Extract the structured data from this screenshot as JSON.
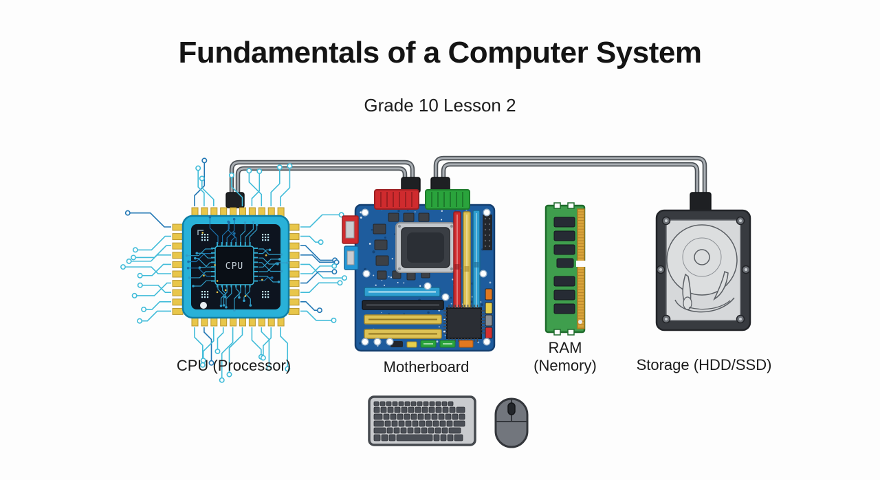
{
  "title": "Fundamentals of a Computer System",
  "subtitle": "Grade 10 Lesson 2",
  "components": {
    "cpu": {
      "label": "CPU (Processor)",
      "chip_text": "CPU",
      "icon": "cpu-chip-illustration"
    },
    "motherboard": {
      "label": "Motherboard",
      "icon": "motherboard-illustration"
    },
    "ram": {
      "label_line1": "RAM",
      "label_line2": "(Nemory)",
      "icon": "ram-stick-illustration"
    },
    "storage": {
      "label": "Storage (HDD/SSD)",
      "icon": "hard-drive-illustration"
    },
    "keyboard": {
      "icon": "keyboard-illustration"
    },
    "mouse": {
      "icon": "mouse-illustration"
    }
  },
  "connections": [
    {
      "from": "cpu",
      "to": "motherboard",
      "style": "two-wire-cable"
    },
    {
      "from": "motherboard",
      "to": "storage",
      "style": "two-wire-cable"
    }
  ],
  "colors": {
    "background": "#fdfdfd",
    "text": "#141414",
    "accent_cyan": "#29b1d8",
    "trace_cyan": "#41bcd9",
    "trace_blue": "#2277b4",
    "pin_gold": "#e8c64a",
    "chip_dark": "#0d141f",
    "board_blue": "#1e5c9d",
    "board_edge": "#143f70",
    "slot_red": "#cf2b2e",
    "slot_yellow": "#ddc255",
    "slot_blue": "#2e9fd0",
    "connector_green": "#2aa33c",
    "connector_orange": "#e07820",
    "ram_green": "#3f9e4d",
    "ram_edge_gold": "#d9a43a",
    "hdd_frame": "#383b40",
    "hdd_plate": "#d6d8da",
    "cable_light": "#a9aeb3",
    "cable_dark": "#4b5055",
    "device_gray": "#72767d",
    "key_dark": "#4b4f56",
    "keyboard_body": "#c9cbce"
  }
}
